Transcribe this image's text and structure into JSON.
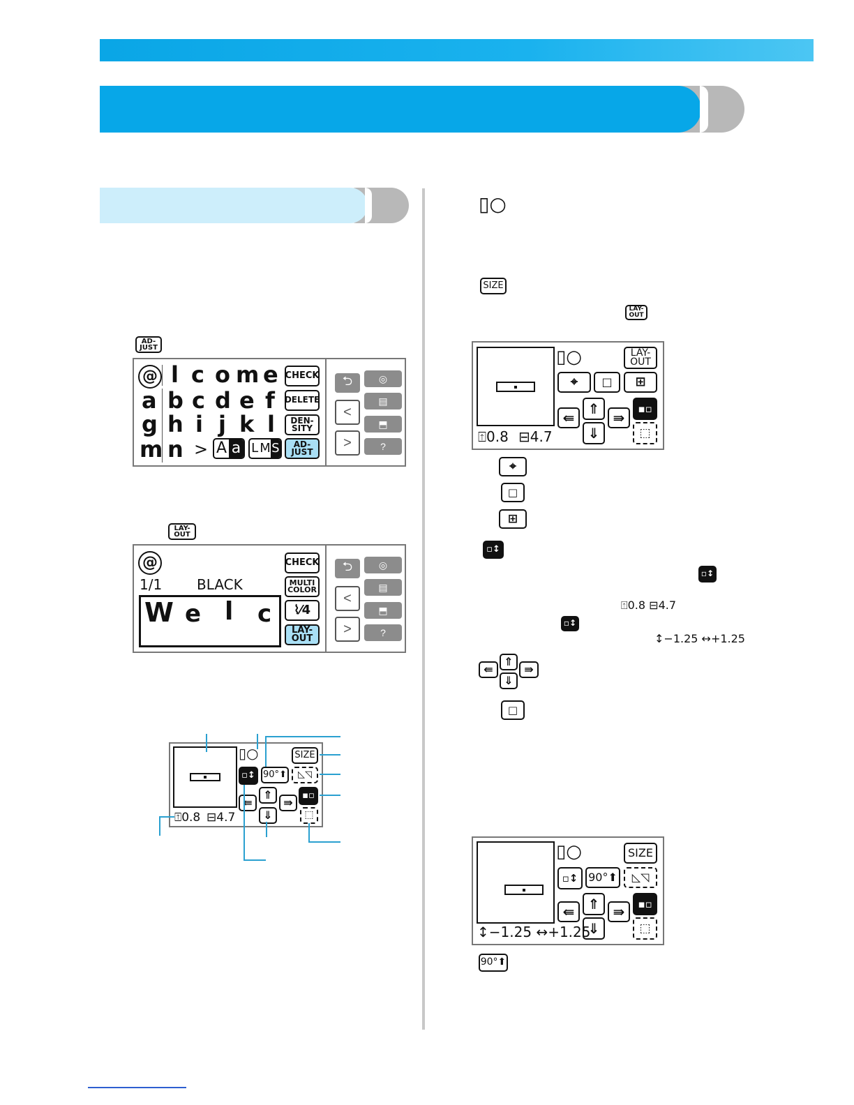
{
  "screen_adjust": {
    "row1": [
      "@",
      "l",
      "c",
      "o",
      "m",
      "e"
    ],
    "row2": [
      "a",
      "b",
      "c",
      "d",
      "e",
      "f"
    ],
    "row3": [
      "g",
      "h",
      "i",
      "j",
      "k",
      "l"
    ],
    "row4": [
      "m",
      "n",
      ">"
    ],
    "case_a": "A",
    "case_b": "a",
    "size_l": "L",
    "size_m": "M",
    "size_s": "S",
    "check": "CHECK",
    "delete": "DELETE",
    "density_1": "DEN-",
    "density_2": "SITY",
    "adjust_1": "AD-",
    "adjust_2": "JUST"
  },
  "screen_layout": {
    "counter": "1/1",
    "color_name": "BLACK",
    "letters": [
      "W",
      "e",
      "l",
      "c"
    ],
    "check": "CHECK",
    "multi_1": "MULTI",
    "multi_2": "COLOR",
    "layout_1": "LAY-",
    "layout_2": "OUT"
  },
  "side_panel": {
    "back": "⮌",
    "prev": "<",
    "next": ">"
  },
  "inline_icons": {
    "adjust_1": "AD-",
    "adjust_2": "JUST",
    "layout_1": "LAY-",
    "layout_2": "OUT",
    "size": "SIZE",
    "rotate_90": "90°"
  },
  "layout_screen_small": {
    "size": "SIZE",
    "rotate": "90°",
    "height_value": "0.8",
    "width_value": "4.7"
  },
  "layout_screen_size": {
    "layout_1": "LAY-",
    "layout_2": "OUT",
    "height_value": "0.8",
    "width_value": "4.7"
  },
  "layout_screen_offset": {
    "size": "SIZE",
    "rotate": "90°",
    "offset_v": "−1.25",
    "offset_h": "+1.25"
  },
  "inline_values": {
    "height": "0.8",
    "width": "4.7",
    "offset_v": "−1.25",
    "offset_h": "+1.25"
  },
  "colors": {
    "accent": "#07a7e8",
    "light_accent": "#cdeefb",
    "highlight": "#a9dff5",
    "callout": "#2aa0d0"
  }
}
